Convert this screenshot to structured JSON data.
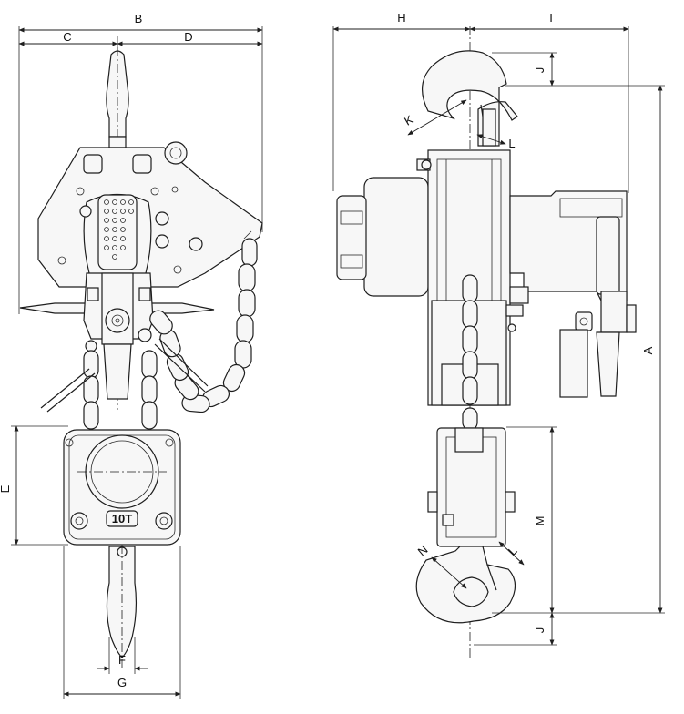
{
  "dimensions": {
    "A": "A",
    "B": "B",
    "C": "C",
    "D": "D",
    "E": "E",
    "F": "F",
    "G": "G",
    "H": "H",
    "I": "I",
    "J": "J",
    "K": "K",
    "L": "L",
    "M": "M",
    "N": "N"
  },
  "capacity_label": "10T"
}
